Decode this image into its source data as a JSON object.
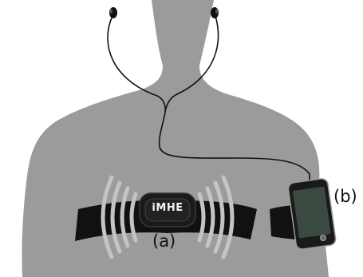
{
  "labels": {
    "sensor": "(a)",
    "phone": "(b)"
  },
  "logo": "iMHE",
  "colors": {
    "silhouette": "#9b9b9b",
    "strap": "#111111",
    "cable": "#111111",
    "signal_waves": "#c4c4c4",
    "background": "#ffffff"
  }
}
